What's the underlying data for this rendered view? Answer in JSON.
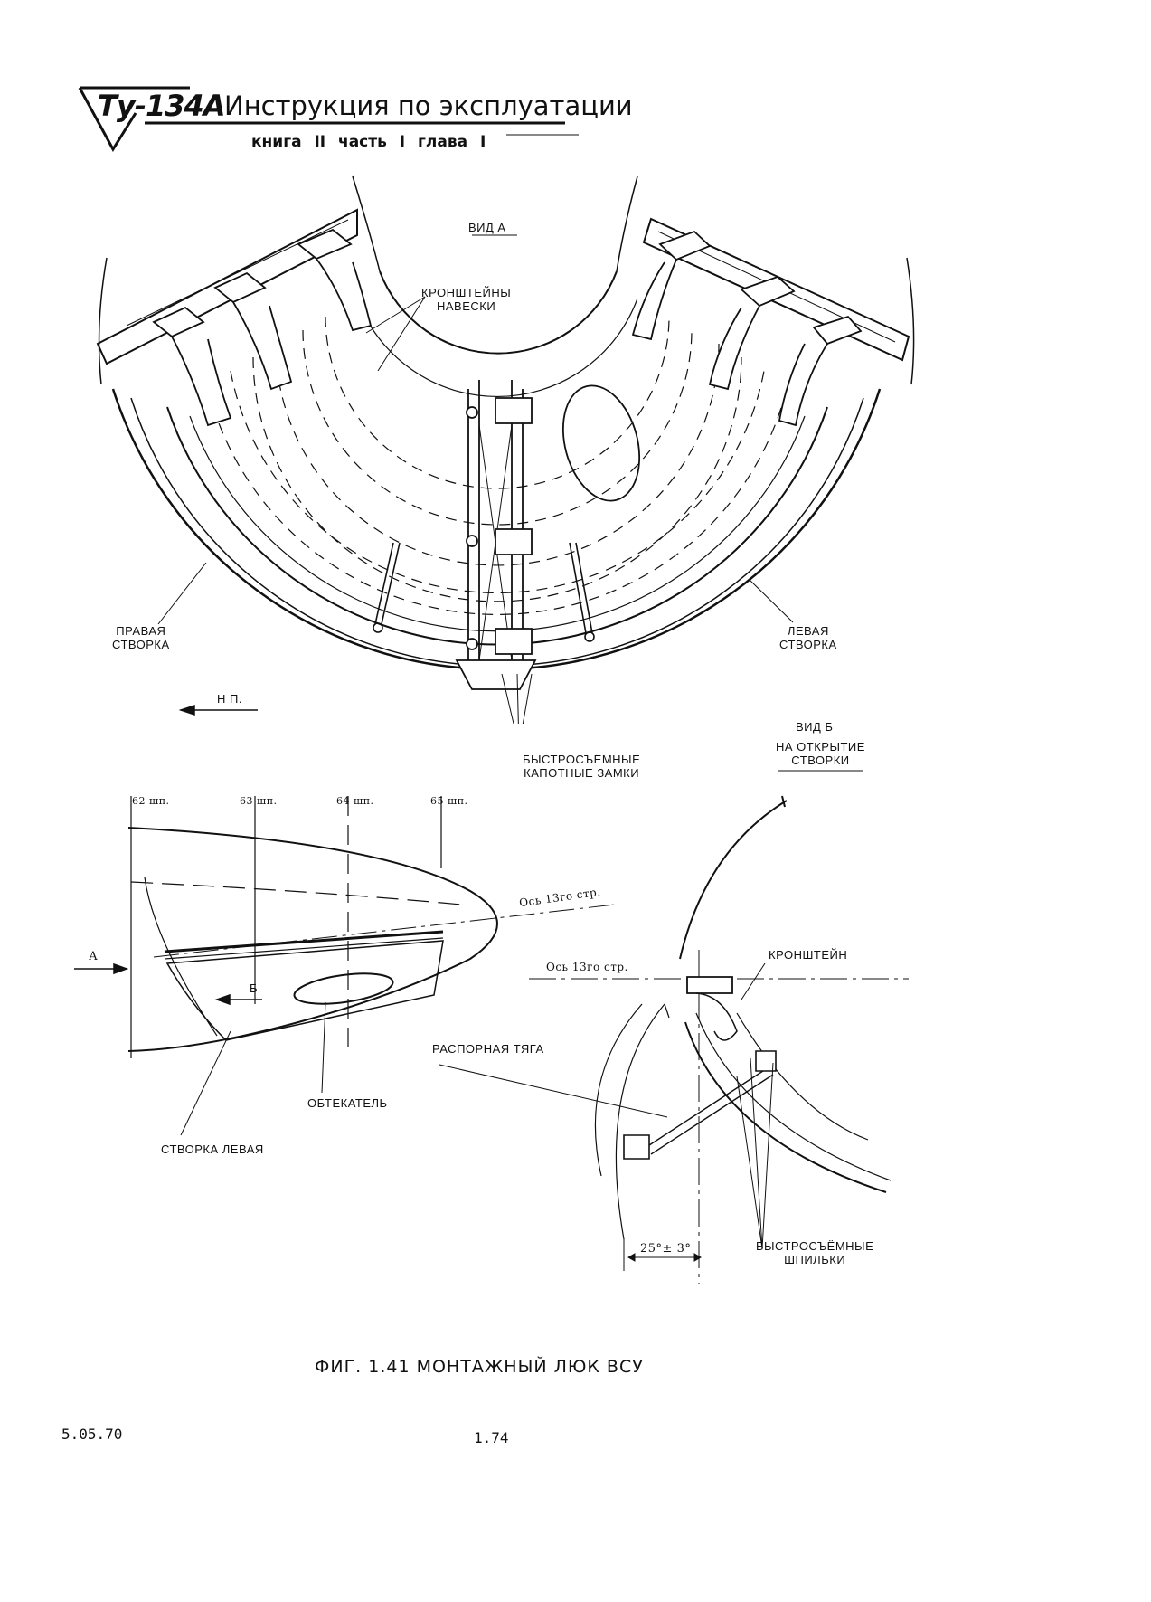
{
  "header": {
    "logo_text": "Ту-134А",
    "title": "Инструкция по эксплуатации",
    "subtitle": "книга II часть I глава I"
  },
  "view_a": {
    "title": "ВИД А",
    "hinge_brackets": "КРОНШТЕЙНЫ\nНАВЕСКИ",
    "right_door": "ПРАВАЯ\nСТВОРКА",
    "left_door": "ЛЕВАЯ\nСТВОРКА",
    "flight_direction": "Н П.",
    "cowl_locks": "БЫСТРОСЪЁМНЫЕ\nКАПОТНЫЕ ЗАМКИ"
  },
  "side_view": {
    "frames": [
      "62 шп.",
      "63 шп.",
      "64 шп.",
      "65 шп."
    ],
    "axis_label": "Ось 13го стр.",
    "arrow_a": "А",
    "arrow_b": "Б",
    "fairing": "ОБТЕКАТЕЛЬ",
    "left_door": "СТВОРКА ЛЕВАЯ"
  },
  "view_b": {
    "title": "ВИД Б",
    "subtitle": "НА ОТКРЫТИЕ\nСТВОРКИ",
    "bracket": "КРОНШТЕЙН",
    "axis_label": "Ось 13го стр.",
    "strut": "РАСПОРНАЯ ТЯГА",
    "pins": "БЫСТРОСЪЁМНЫЕ\nШПИЛЬКИ",
    "angle": "25°± 3°"
  },
  "caption": "ФИГ. 1.41 МОНТАЖНЫЙ ЛЮК ВСУ",
  "footer": {
    "date": "5.05.70",
    "page_number": "1.74"
  }
}
